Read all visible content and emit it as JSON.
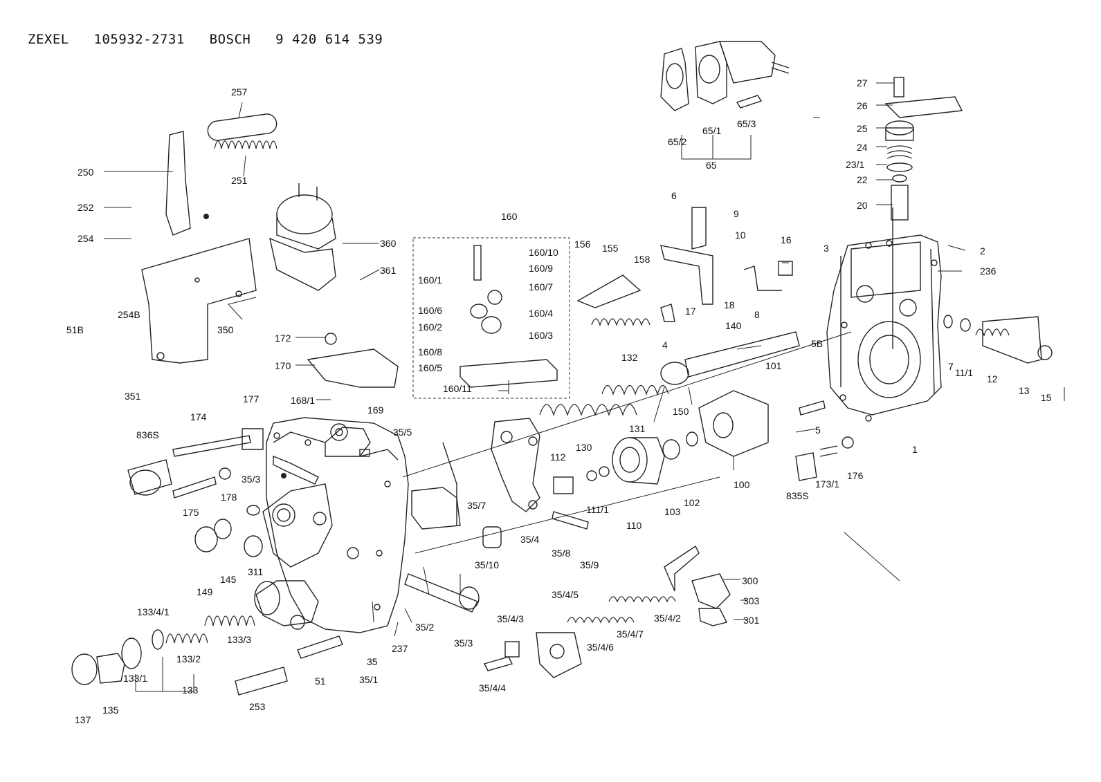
{
  "title": "ZEXEL   105932-2731   BOSCH   9 420 614 539",
  "labels": [
    "257",
    "250",
    "251",
    "252",
    "254",
    "51B",
    "254B",
    "350",
    "351",
    "360",
    "361",
    "160",
    "160/10",
    "160/9",
    "160/1",
    "160/7",
    "160/6",
    "160/4",
    "160/2",
    "160/3",
    "160/8",
    "160/5",
    "160/11",
    "172",
    "170",
    "168/1",
    "169",
    "174",
    "177",
    "836S",
    "178",
    "175",
    "35/3",
    "145",
    "149",
    "311",
    "35/5",
    "35/7",
    "130",
    "131",
    "150",
    "140",
    "132",
    "112",
    "111/1",
    "110",
    "103",
    "102",
    "100",
    "35/4",
    "35/8",
    "35/9",
    "35/10",
    "156",
    "155",
    "158",
    "6",
    "9",
    "10",
    "17",
    "18",
    "8",
    "16",
    "3",
    "2",
    "236",
    "5B",
    "7",
    "11/1",
    "12",
    "13",
    "15",
    "101",
    "5",
    "835S",
    "173/1",
    "176",
    "1",
    "65/2",
    "65/1",
    "65/3",
    "65",
    "27",
    "26",
    "25",
    "24",
    "23/1",
    "22",
    "20",
    "4",
    "300",
    "303",
    "301",
    "35/4/5",
    "35/4/2",
    "35/4/3",
    "35/4/6",
    "35/4/7",
    "35/4/4",
    "35/2",
    "35/3",
    "35",
    "35/1",
    "237",
    "51",
    "253",
    "133/4/1",
    "133/3",
    "133/2",
    "133/1",
    "133",
    "135",
    "137"
  ]
}
